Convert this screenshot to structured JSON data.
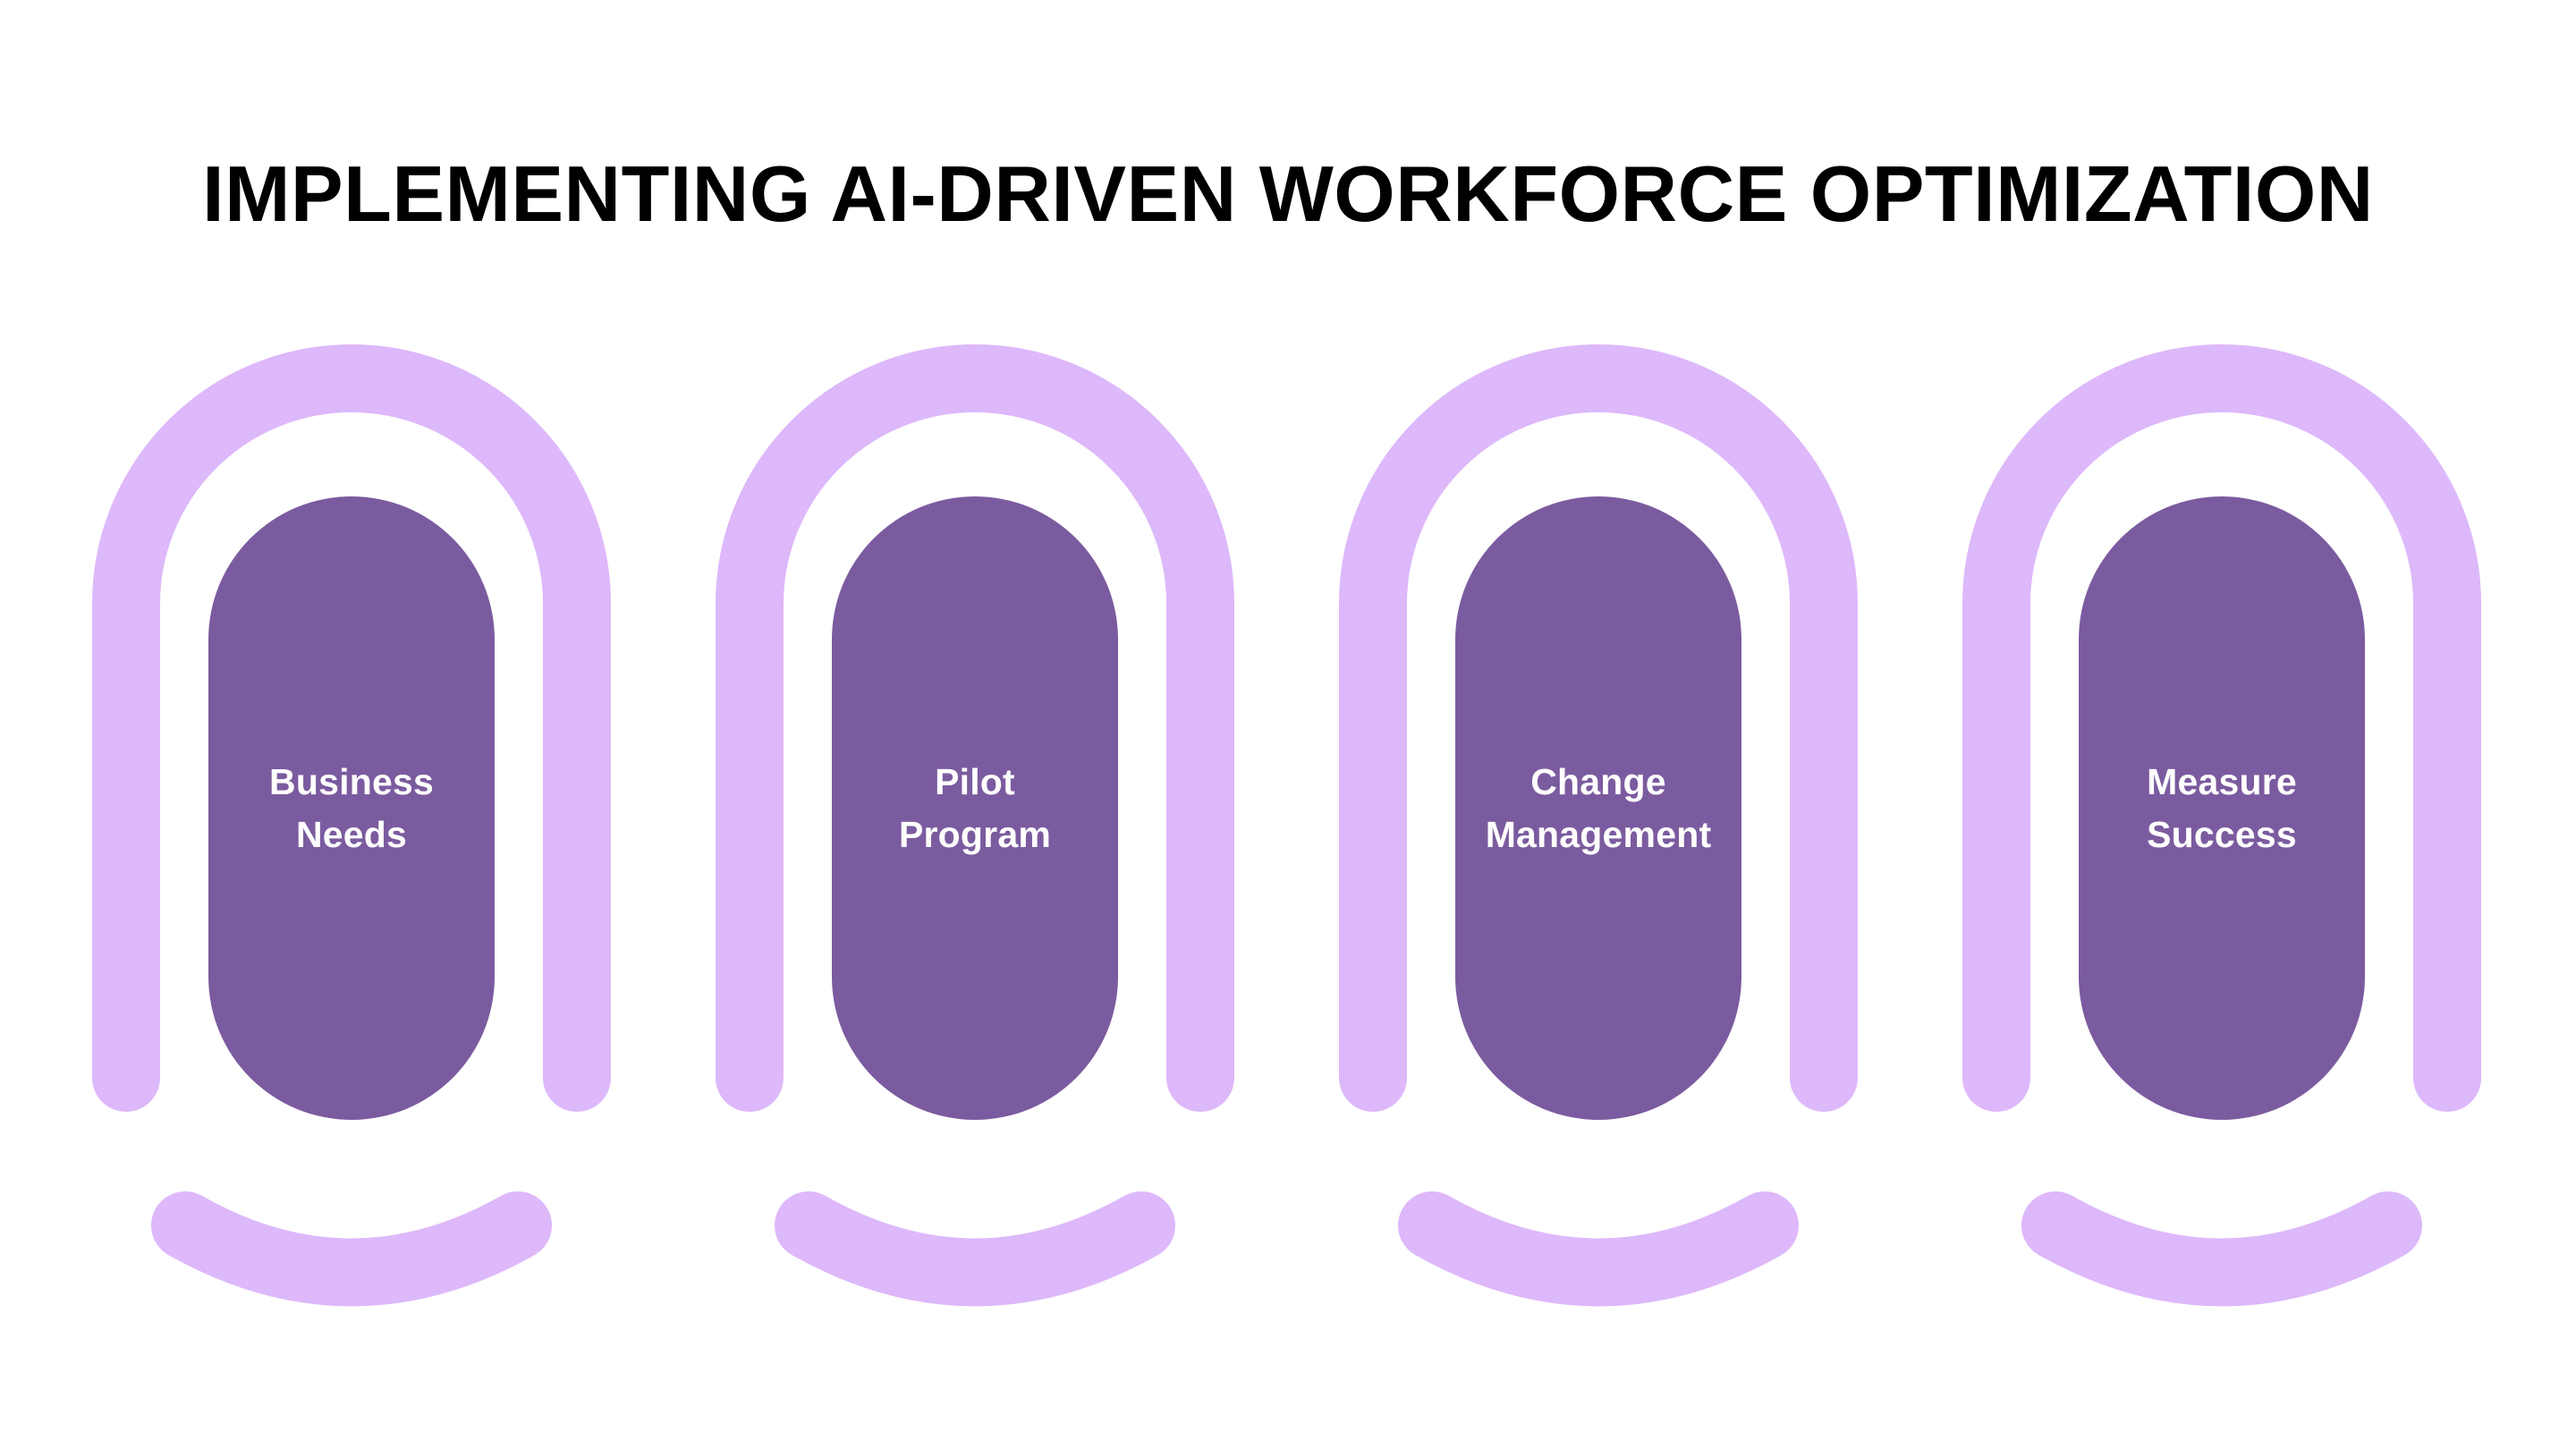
{
  "page": {
    "background_color": "#ffffff",
    "title": "IMPLEMENTING AI-DRIVEN WORKFORCE OPTIMIZATION"
  },
  "theme": {
    "title_color": "#000000",
    "arc_color": "#DDB8FA",
    "pill_color": "#7B5B9F",
    "label_color": "#FFFFFF"
  },
  "steps": [
    {
      "index": "1",
      "label": "Business Needs",
      "label_line1": "Business",
      "label_line2": "Needs",
      "arc_color": "#DDB8FA",
      "pill_color": "#7B5B9F"
    },
    {
      "index": "2",
      "label": "Pilot Program",
      "label_line1": "Pilot",
      "label_line2": "Program",
      "arc_color": "#DDB8FA",
      "pill_color": "#7B5B9F"
    },
    {
      "index": "3",
      "label": "Change Management",
      "label_line1": "Change",
      "label_line2": "Management",
      "arc_color": "#DDB8FA",
      "pill_color": "#7B5B9F"
    },
    {
      "index": "4",
      "label": "Measure Success",
      "label_line1": "Measure",
      "label_line2": "Success",
      "arc_color": "#DDB8FA",
      "pill_color": "#7B5B9F"
    }
  ]
}
